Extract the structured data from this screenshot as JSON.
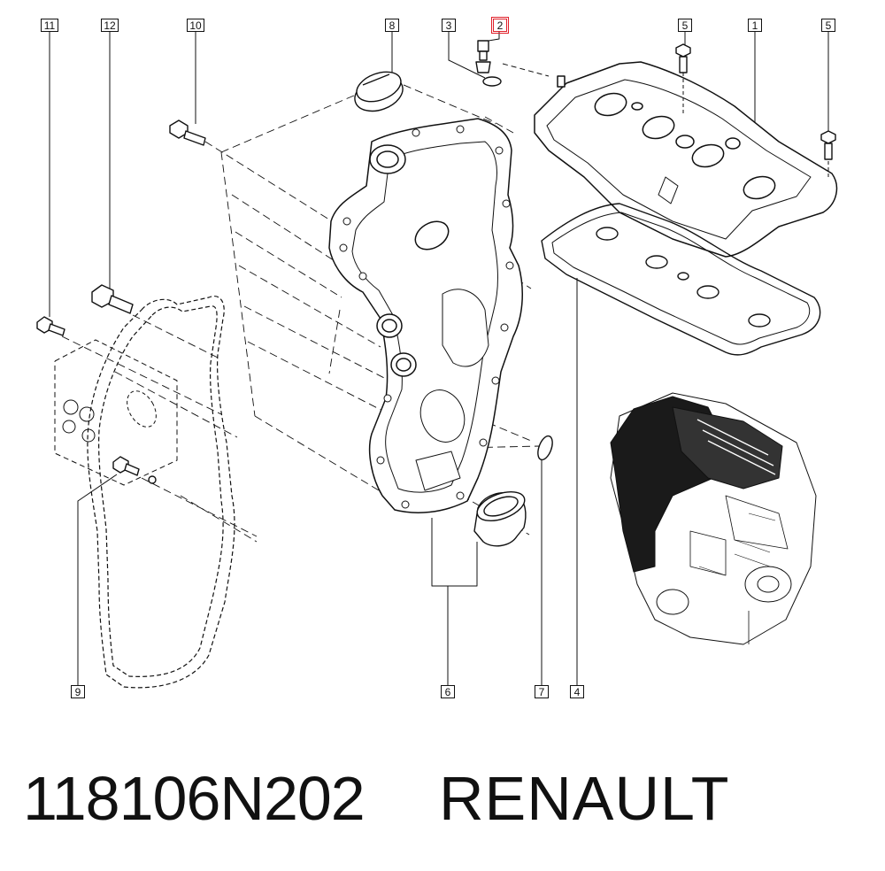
{
  "callouts": {
    "c1": "1",
    "c2": "2",
    "c3": "3",
    "c4": "4",
    "c5a": "5",
    "c5b": "5",
    "c6": "6",
    "c7": "7",
    "c8": "8",
    "c9": "9",
    "c10": "10",
    "c11": "11",
    "c12": "12"
  },
  "highlighted_callout": "2",
  "highlight_color": "#e0202a",
  "footer": {
    "part_number": "118106N202",
    "brand": "RENAULT"
  }
}
